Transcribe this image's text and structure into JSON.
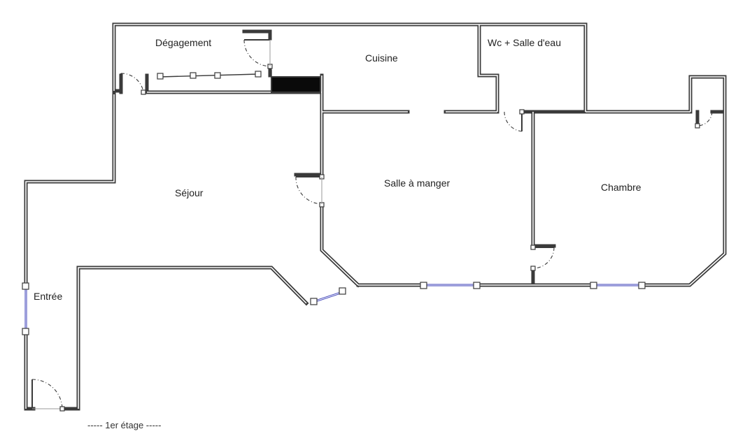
{
  "rooms": {
    "degagement": "Dégagement",
    "cuisine": "Cuisine",
    "wc": "Wc + Salle d'eau",
    "sejour": "Séjour",
    "salle_a_manger": "Salle à manger",
    "chambre": "Chambre",
    "entree": "Entrée"
  },
  "floor_label": "----- 1er étage -----",
  "colors": {
    "wall": "#3a3a3a",
    "window": "#3b3fb8",
    "background": "#ffffff"
  }
}
